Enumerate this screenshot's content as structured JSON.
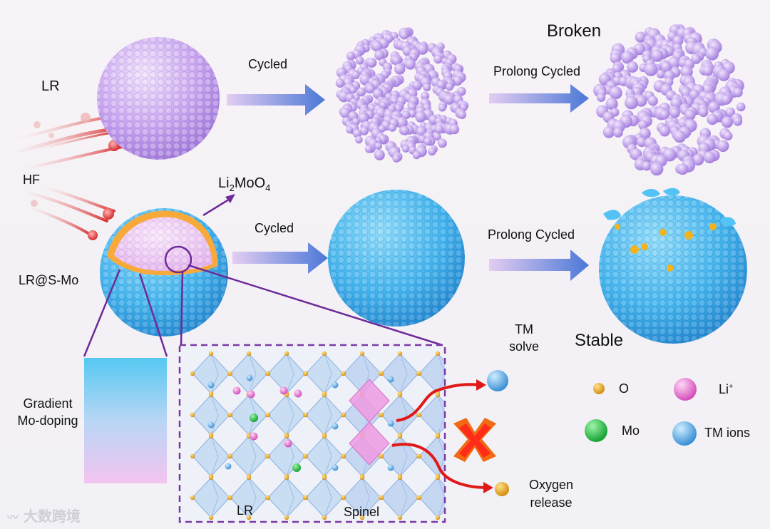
{
  "labels": {
    "lr_top": "LR",
    "hf": "HF",
    "cycled_top": "Cycled",
    "prolong_top": "Prolong Cycled",
    "broken": "Broken",
    "li2moo4_main": "Li",
    "li2moo4_sub1": "2",
    "li2moo4_mid": "MoO",
    "li2moo4_sub2": "4",
    "cycled_bottom": "Cycled",
    "prolong_bottom": "Prolong Cycled",
    "lr_coated": "LR@S-Mo",
    "stable": "Stable",
    "tm_solve_line1": "TM",
    "tm_solve_line2": "solve",
    "gradient_line1": "Gradient",
    "gradient_line2": "Mo-doping",
    "inset_lr": "LR",
    "inset_spinel": "Spinel",
    "oxygen_line1": "Oxygen",
    "oxygen_line2": "release",
    "watermark": "大数跨境"
  },
  "legend": [
    {
      "label": "O",
      "color": "#e8a92a"
    },
    {
      "label": "Li",
      "sup": "+",
      "color": "#e67fcf"
    },
    {
      "label": "Mo",
      "color": "#2fc24a"
    },
    {
      "label": "TM ions",
      "color": "#4ea6e6"
    }
  ],
  "colors": {
    "lr_particle": "#c6a0ef",
    "coating": "#42b6ee",
    "oxygen": "#e8a92a",
    "arrow_start": "#d9c3ee",
    "arrow_end": "#4b78d6",
    "dash_border": "#7b3aa6",
    "red_arrow": "#e01818"
  }
}
